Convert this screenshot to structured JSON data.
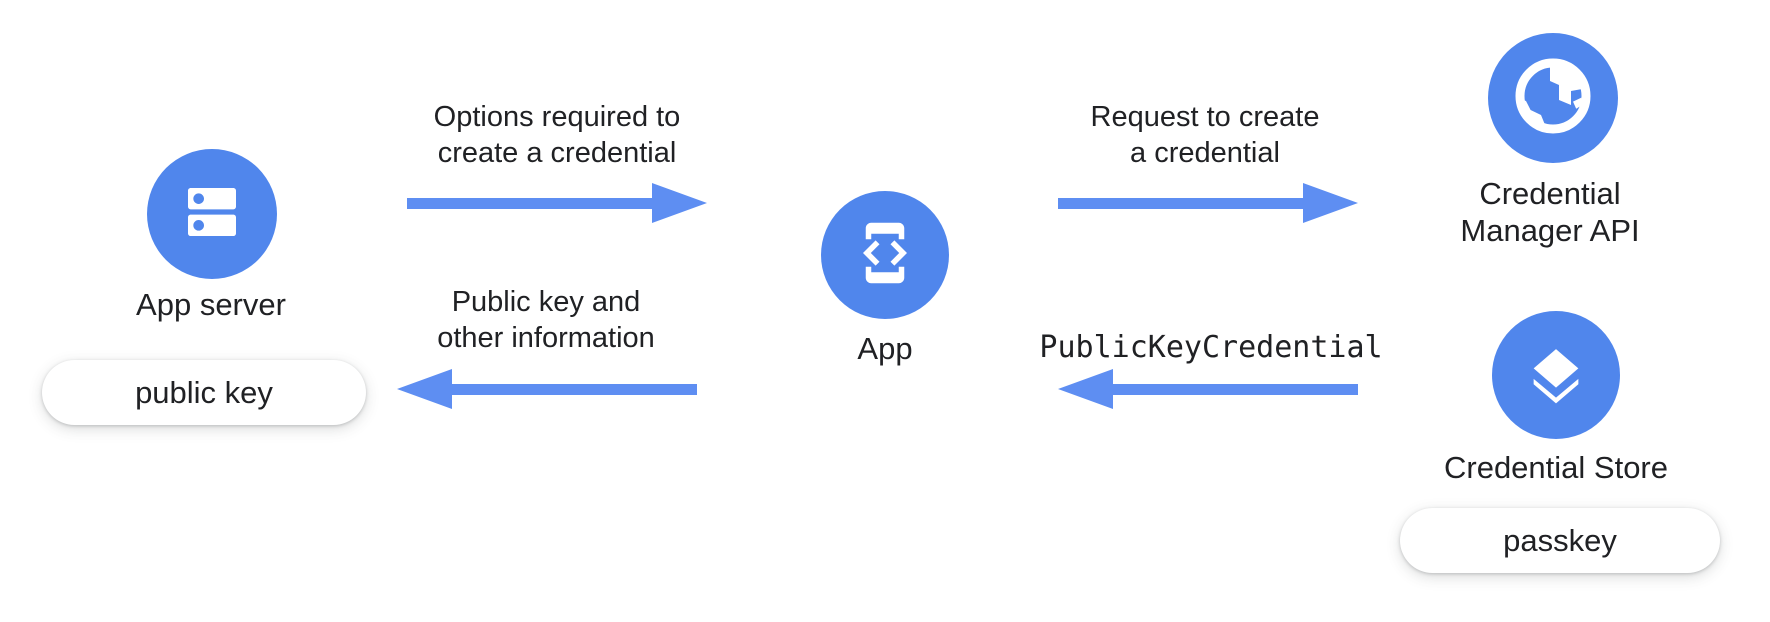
{
  "colors": {
    "node_circle_blue": "#5086EC",
    "arrow_blue": "#5E8EF2",
    "text_dark": "#202124",
    "pill_background": "#FFFFFF"
  },
  "nodes": {
    "app_server": {
      "label": "App server",
      "icon": "server-icon"
    },
    "app": {
      "label": "App",
      "icon": "phone-code-icon"
    },
    "credential_manager": {
      "label_line1": "Credential",
      "label_line2": "Manager API",
      "icon": "globe-icon"
    },
    "credential_store": {
      "label": "Credential Store",
      "icon": "layers-icon"
    }
  },
  "pills": {
    "public_key": {
      "label": "public key"
    },
    "passkey": {
      "label": "passkey"
    }
  },
  "arrows": {
    "options": {
      "direction": "right",
      "line1": "Options required to",
      "line2": "create a credential"
    },
    "public_key_info": {
      "direction": "left",
      "line1": "Public key and",
      "line2": "other information"
    },
    "request": {
      "direction": "right",
      "line1": "Request to create",
      "line2": "a credential"
    },
    "public_key_credential": {
      "direction": "left",
      "label": "PublicKeyCredential"
    }
  }
}
